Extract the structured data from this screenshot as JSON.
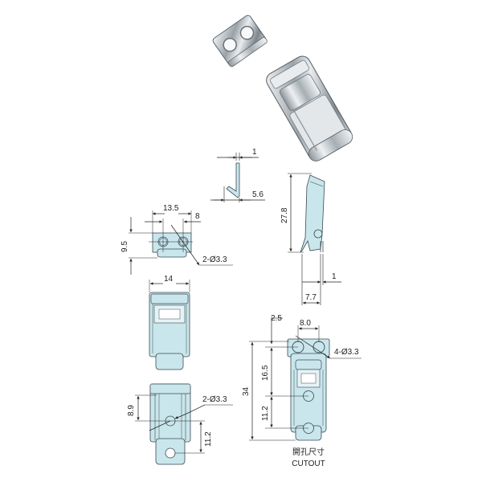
{
  "colors": {
    "part_fill": "#c9e6ec",
    "part_stroke": "#3a4a50",
    "dim_line": "#222222",
    "background": "#ffffff"
  },
  "photo": {
    "description": "Chrome-plated spring draw latch with separate keeper plate"
  },
  "views": {
    "thickness_detail": {
      "dims": {
        "thickness": "1",
        "hook_depth": "5.6"
      }
    },
    "side_view": {
      "dims": {
        "height": "27.8",
        "thickness": "1",
        "depth": "7.7"
      }
    },
    "keeper_top_view": {
      "dims": {
        "hole_spacing": "13.5",
        "edge_offset": "8",
        "height": "9.5",
        "holes": "2-Ø3.3"
      }
    },
    "latch_front_view": {
      "dims": {
        "width": "14"
      }
    },
    "latch_back_view": {
      "dims": {
        "upper": "8.9",
        "lower": "11.2",
        "holes": "2-Ø3.3"
      }
    },
    "cutout_view": {
      "dims": {
        "edge": "2.5",
        "hole_spacing": "8.0",
        "holes": "4-Ø3.3",
        "mid": "16.5",
        "overall": "34",
        "lower": "11.2"
      },
      "caption_cn": "開孔尺寸",
      "caption_en": "CUTOUT"
    }
  }
}
